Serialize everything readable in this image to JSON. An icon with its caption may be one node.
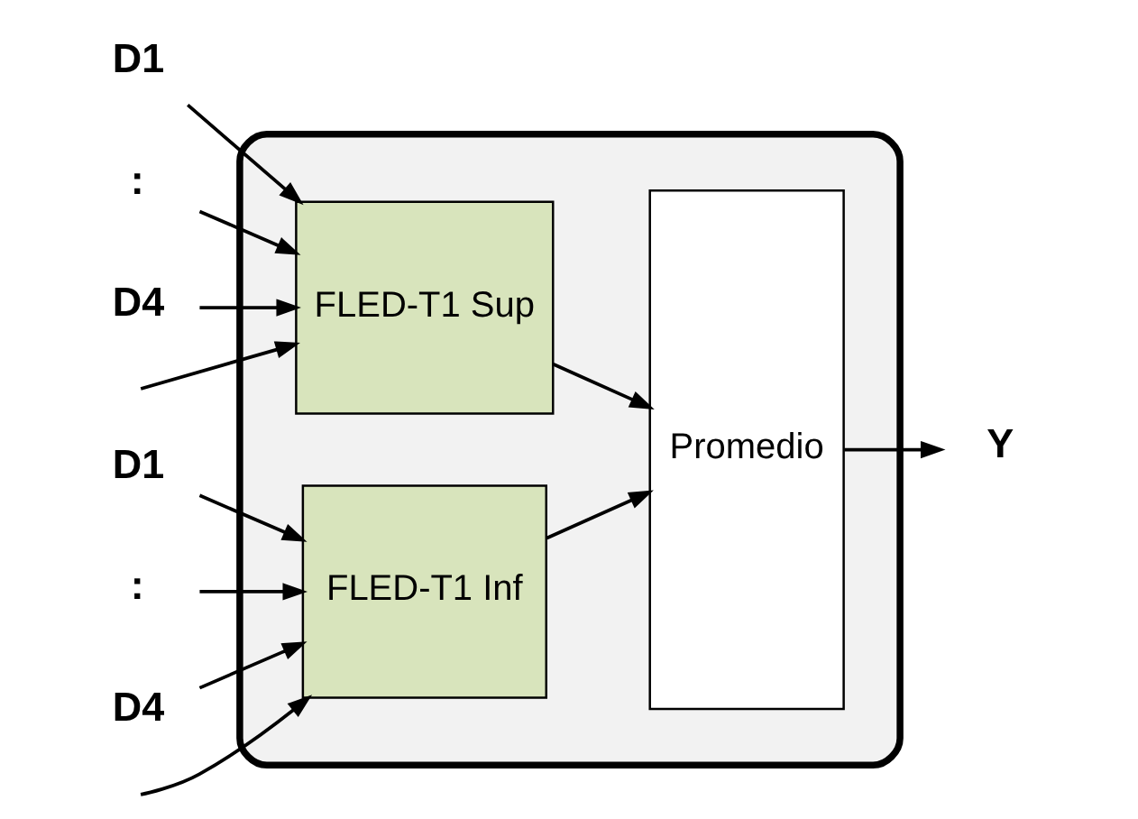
{
  "diagram": {
    "nodes": [
      {
        "text": [],
        "shape": "octagon"
      },
      {
        "text": [
          "FLED-T1 Sup"
        ],
        "in": 0
      },
      {
        "text": [
          "FLED-T1 Inf"
        ],
        "in": 0
      },
      {
        "text": [
          "Promedio"
        ],
        "in": 0
      },
      {
        "text": [
          "D1"
        ]
      },
      {
        "text": [
          ":"
        ]
      },
      {
        "text": [
          "D4"
        ]
      },
      {
        "text": [
          "D1"
        ]
      },
      {
        "text": [
          ":"
        ]
      },
      {
        "text": [
          "D4"
        ]
      },
      {
        "text": [
          "Y"
        ]
      }
    ],
    "edges": [
      {
        "from": 4,
        "to": 1,
        "arrow": "to"
      },
      {
        "from": 5,
        "to": 1,
        "arrow": "to"
      },
      {
        "from": null,
        "to": 1,
        "arrow": "to"
      },
      {
        "from": 6,
        "to": 1,
        "arrow": "to"
      },
      {
        "from": 7,
        "to": 2,
        "arrow": "to"
      },
      {
        "from": 8,
        "to": 2,
        "arrow": "to"
      },
      {
        "from": null,
        "to": 2,
        "arrow": "to"
      },
      {
        "from": 9,
        "to": 2,
        "arrow": "to"
      },
      {
        "from": 1,
        "to": 3,
        "arrow": "to"
      },
      {
        "from": 2,
        "to": 3,
        "arrow": "to"
      },
      {
        "from": 3,
        "to": 10,
        "arrow": "to"
      }
    ]
  }
}
